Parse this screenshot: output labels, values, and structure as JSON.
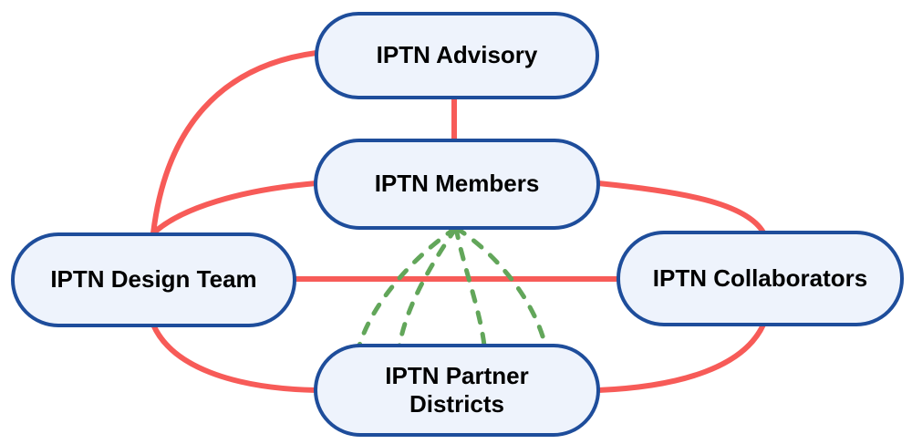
{
  "diagram": {
    "type": "network",
    "nodes": [
      {
        "id": "iptn-advisory",
        "label": "IPTN Advisory"
      },
      {
        "id": "iptn-members",
        "label": "IPTN Members"
      },
      {
        "id": "iptn-design-team",
        "label": "IPTN Design Team"
      },
      {
        "id": "iptn-collaborators",
        "label": "IPTN Collaborators"
      },
      {
        "id": "iptn-partner-districts",
        "label": "IPTN Partner Districts"
      }
    ],
    "edges": [
      {
        "from": "iptn-design-team",
        "to": "iptn-advisory",
        "style": "solid"
      },
      {
        "from": "iptn-design-team",
        "to": "iptn-members",
        "style": "solid"
      },
      {
        "from": "iptn-advisory",
        "to": "iptn-members",
        "style": "solid"
      },
      {
        "from": "iptn-members",
        "to": "iptn-collaborators",
        "style": "solid"
      },
      {
        "from": "iptn-design-team",
        "to": "iptn-collaborators",
        "style": "solid"
      },
      {
        "from": "iptn-design-team",
        "to": "iptn-partner-districts",
        "style": "solid"
      },
      {
        "from": "iptn-partner-districts",
        "to": "iptn-collaborators",
        "style": "solid"
      },
      {
        "from": "iptn-members",
        "to": "iptn-partner-districts",
        "style": "dashed",
        "strands": 4
      }
    ],
    "colors": {
      "canvas_bg": "#ffffff",
      "node_fill": "#eef3fc",
      "node_border": "#1e4d9b",
      "solid_edge": "#f75b58",
      "dashed_edge": "#62a65a",
      "label_text": "#000000"
    }
  }
}
